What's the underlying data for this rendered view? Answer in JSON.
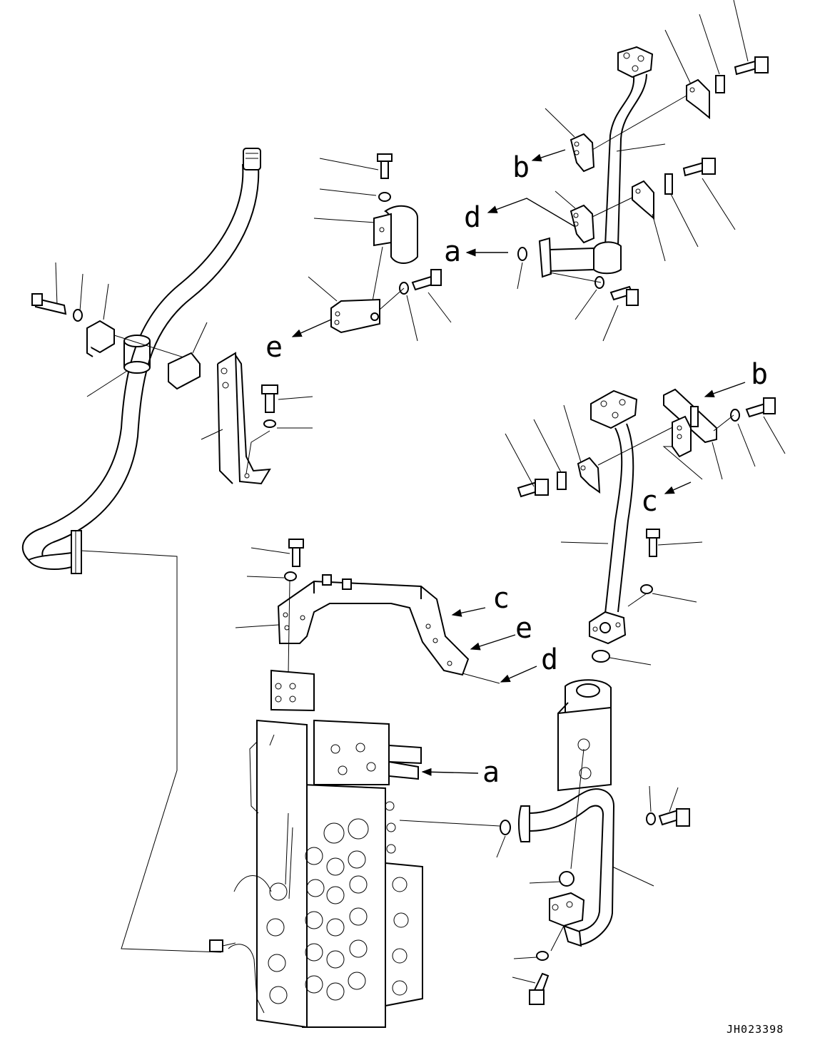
{
  "drawing": {
    "code": "JH023398",
    "labels": {
      "a": "a",
      "b": "b",
      "c": "c",
      "d": "d",
      "e": "e"
    }
  }
}
